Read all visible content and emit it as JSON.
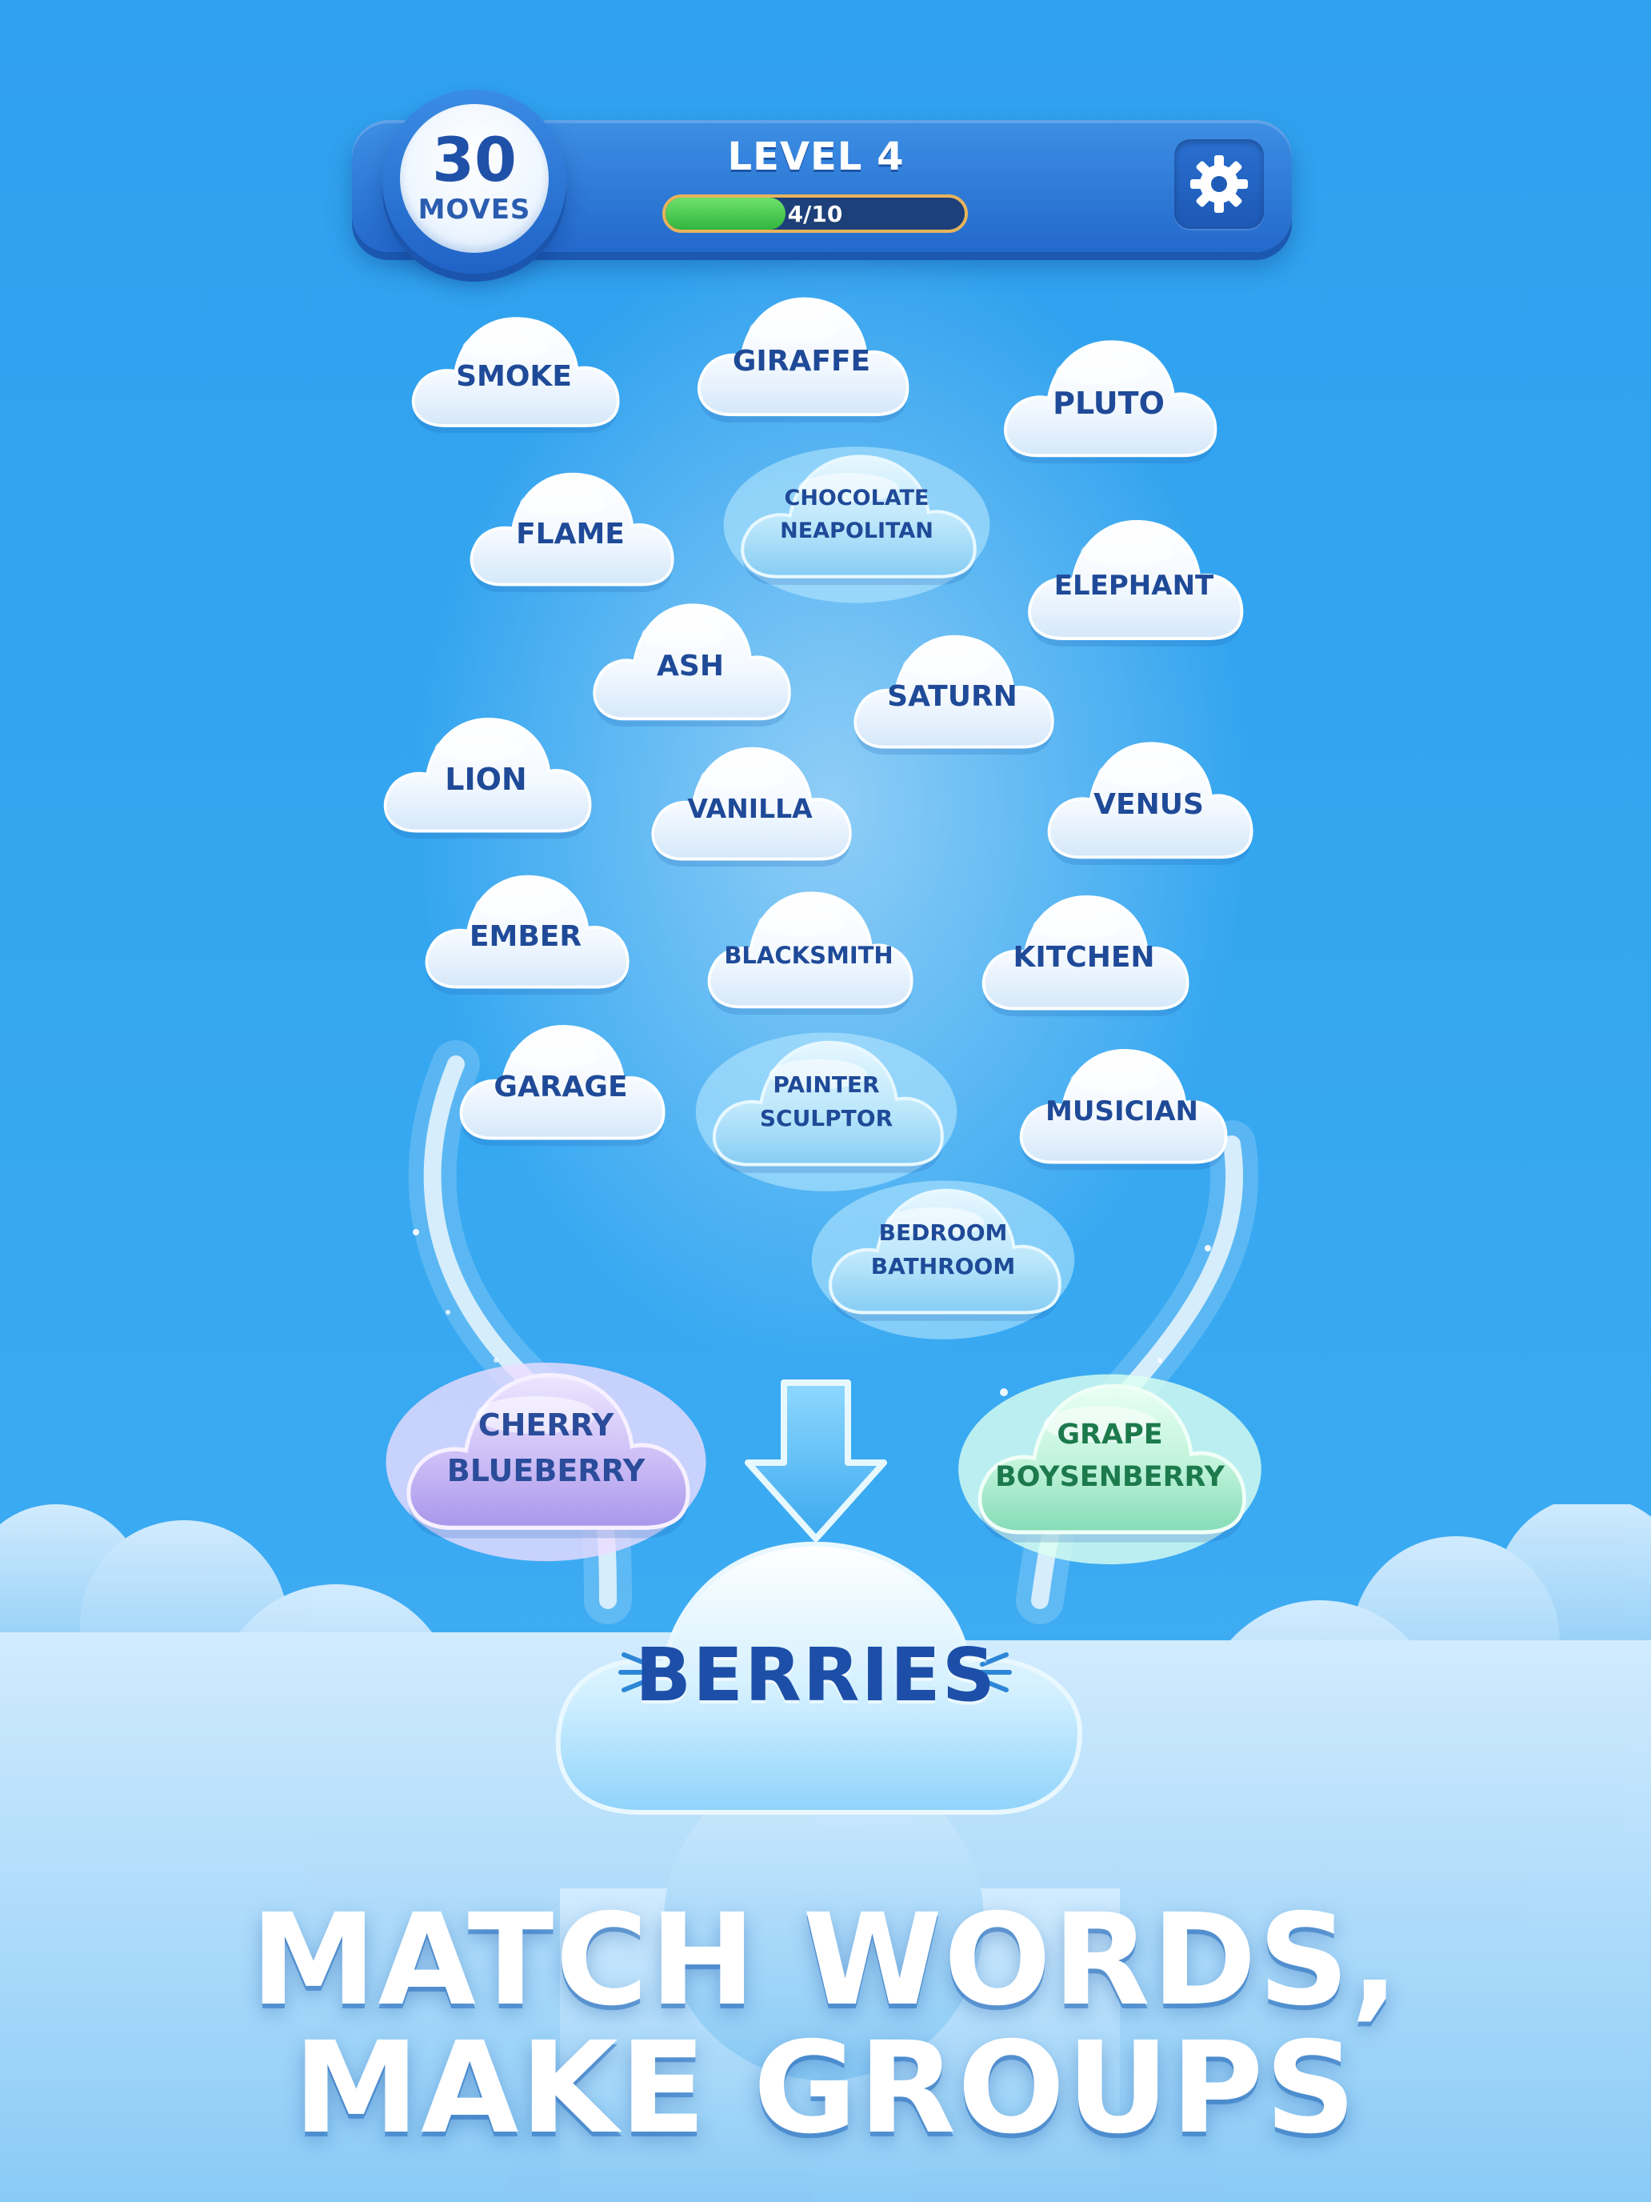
{
  "header": {
    "moves_count": "30",
    "moves_label": "MOVES",
    "level_title": "LEVEL 4",
    "progress_text": "4/10",
    "progress_fraction": 0.4
  },
  "clouds": [
    {
      "id": "smoke",
      "lines": [
        "SMOKE"
      ],
      "style": "white"
    },
    {
      "id": "giraffe",
      "lines": [
        "GIRAFFE"
      ],
      "style": "white"
    },
    {
      "id": "pluto",
      "lines": [
        "PLUTO"
      ],
      "style": "white"
    },
    {
      "id": "flame",
      "lines": [
        "FLAME"
      ],
      "style": "white"
    },
    {
      "id": "chocolate-neapolitan",
      "lines": [
        "CHOCOLATE",
        "NEAPOLITAN"
      ],
      "style": "blue"
    },
    {
      "id": "elephant",
      "lines": [
        "ELEPHANT"
      ],
      "style": "white"
    },
    {
      "id": "ash",
      "lines": [
        "ASH"
      ],
      "style": "white"
    },
    {
      "id": "saturn",
      "lines": [
        "SATURN"
      ],
      "style": "white"
    },
    {
      "id": "lion",
      "lines": [
        "LION"
      ],
      "style": "white"
    },
    {
      "id": "vanilla",
      "lines": [
        "VANILLA"
      ],
      "style": "white"
    },
    {
      "id": "venus",
      "lines": [
        "VENUS"
      ],
      "style": "white"
    },
    {
      "id": "ember",
      "lines": [
        "EMBER"
      ],
      "style": "white"
    },
    {
      "id": "blacksmith",
      "lines": [
        "BLACKSMITH"
      ],
      "style": "white"
    },
    {
      "id": "kitchen",
      "lines": [
        "KITCHEN"
      ],
      "style": "white"
    },
    {
      "id": "garage",
      "lines": [
        "GARAGE"
      ],
      "style": "white"
    },
    {
      "id": "painter-sculptor",
      "lines": [
        "PAINTER",
        "SCULPTOR"
      ],
      "style": "blue"
    },
    {
      "id": "musician",
      "lines": [
        "MUSICIAN"
      ],
      "style": "white"
    },
    {
      "id": "bedroom-bathroom",
      "lines": [
        "BEDROOM",
        "BATHROOM"
      ],
      "style": "blue"
    },
    {
      "id": "cherry-blueberry",
      "lines": [
        "CHERRY",
        "BLUEBERRY"
      ],
      "style": "purple"
    },
    {
      "id": "grape-boysenberry",
      "lines": [
        "GRAPE",
        "BOYSENBERRY"
      ],
      "style": "green"
    }
  ],
  "target_group": "BERRIES",
  "tagline": {
    "line1": "MATCH WORDS,",
    "line2": "MAKE GROUPS"
  },
  "icons": {
    "settings": "gear-icon",
    "drop_arrow": "arrow-down-icon"
  },
  "colors": {
    "background": "#34a6f0",
    "header": "#2a72d4",
    "word_text": "#1f4a98",
    "progress_fill": "#3cc048",
    "progress_border": "#e7b45b",
    "group_purple": "#c9b8f4",
    "group_green": "#b8f0d8",
    "group_blue": "#bfe6fb"
  }
}
